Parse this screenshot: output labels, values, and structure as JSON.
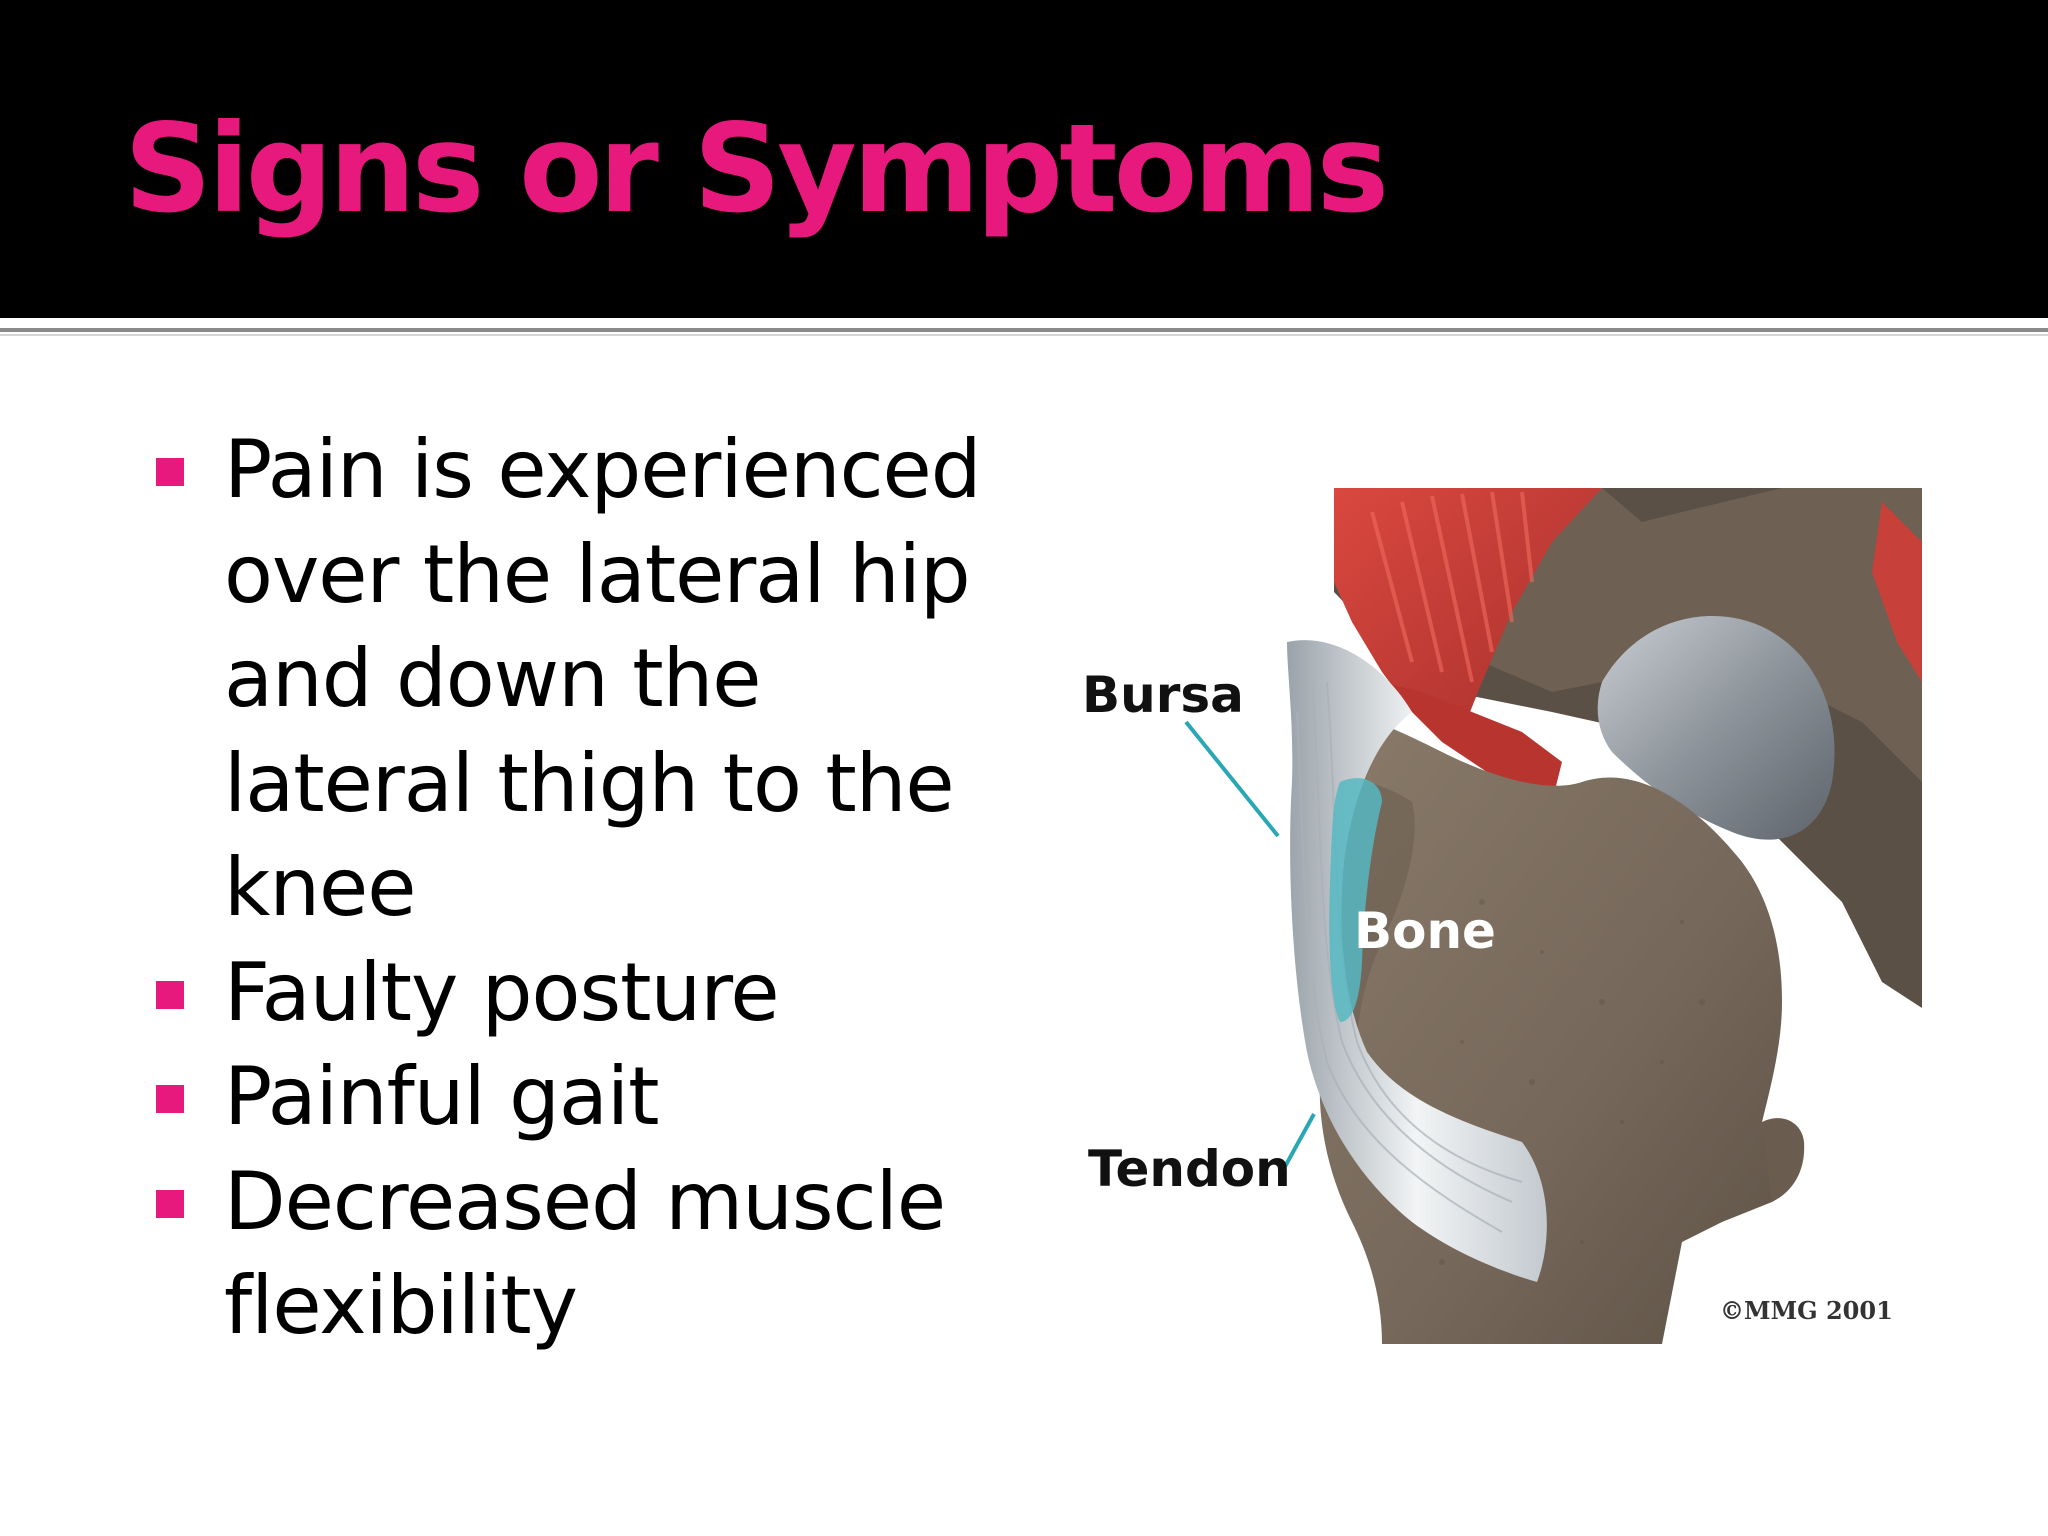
{
  "slide": {
    "title": "Signs or Symptoms",
    "bullets": [
      "Pain is experienced over the lateral hip and down the lateral thigh to the knee",
      "Faulty posture",
      "Painful gait",
      "Decreased muscle flexibility"
    ]
  },
  "figure": {
    "labels": {
      "bursa": "Bursa",
      "bone": "Bone",
      "tendon": "Tendon"
    },
    "copyright": "©MMG 2001"
  },
  "colors": {
    "title": "#e8197c",
    "bullet_marker": "#e8197c",
    "header_background": "#000000",
    "bone": "#7d6e5d",
    "muscle": "#c23a36",
    "tendon": "#e6e8ea",
    "bursa": "#56b9c2"
  }
}
